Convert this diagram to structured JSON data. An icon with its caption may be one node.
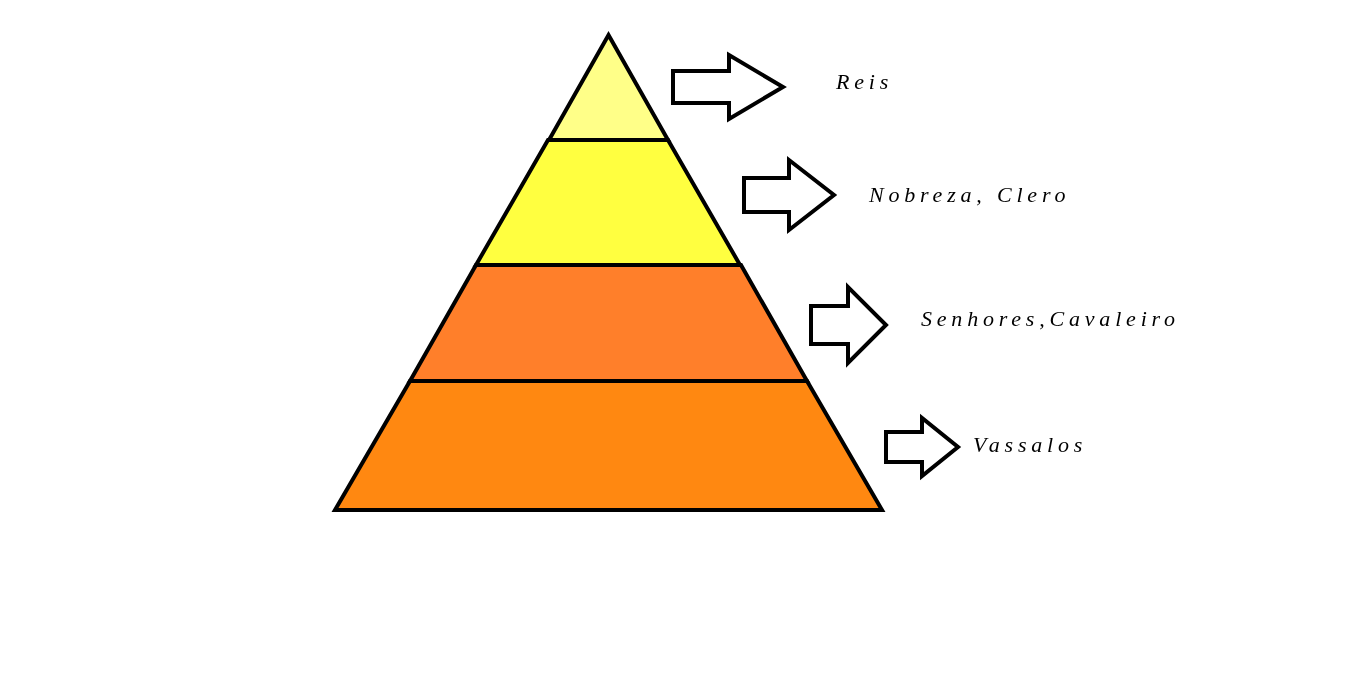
{
  "diagram": {
    "nodes": [
      {
        "text": [],
        "shape": "triangle"
      },
      {
        "text": [],
        "shape": "trapezoid"
      },
      {
        "text": [],
        "shape": "trapezoid"
      },
      {
        "text": [],
        "shape": "trapezoid"
      },
      {
        "text": [
          "Reis"
        ]
      },
      {
        "text": [
          "Nobreza, Clero"
        ]
      },
      {
        "text": [
          "Senhores,Cavaleiro"
        ]
      },
      {
        "text": [
          "Vassalos"
        ]
      }
    ],
    "edges": [
      {
        "from": 0,
        "to": 4,
        "arrow": "to"
      },
      {
        "from": 1,
        "to": 5,
        "arrow": "to"
      },
      {
        "from": 2,
        "to": 6,
        "arrow": "to"
      },
      {
        "from": 3,
        "to": 7,
        "arrow": "to"
      }
    ]
  }
}
